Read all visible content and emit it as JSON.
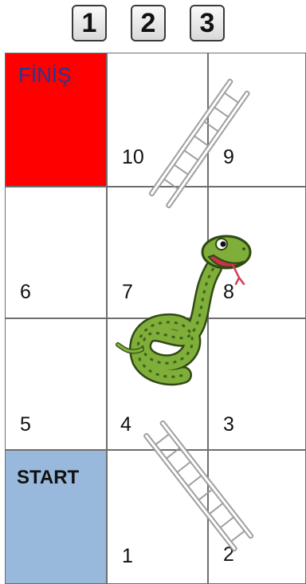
{
  "dice": [
    {
      "label": "1"
    },
    {
      "label": "2"
    },
    {
      "label": "3"
    }
  ],
  "board": {
    "finish_label": "FİNİŞ",
    "start_label": "START",
    "colors": {
      "finish": "#ff0000",
      "finish_text": "#1f3a93",
      "start": "#98b8dc",
      "start_text": "#111111",
      "grid": "#6e6e6e"
    },
    "cells": {
      "c10": "10",
      "c9": "9",
      "c6": "6",
      "c7": "7",
      "c8": "8",
      "c5": "5",
      "c4": "4",
      "c3": "3",
      "c1": "1",
      "c2": "2"
    }
  },
  "pieces": {
    "ladder_top": "ladder-icon",
    "ladder_bottom": "ladder-icon",
    "snake": "snake-icon"
  }
}
